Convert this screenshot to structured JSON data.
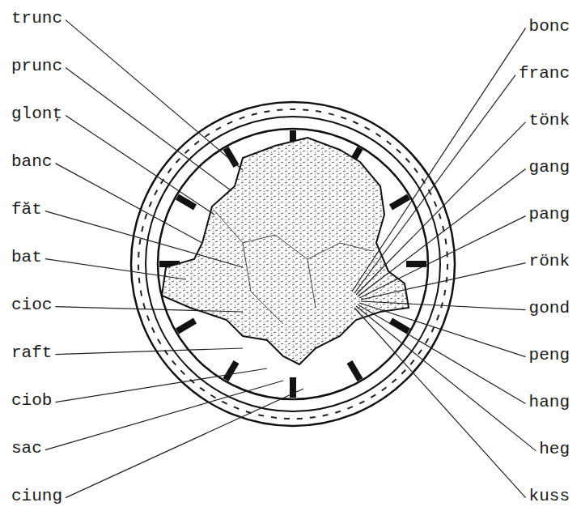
{
  "diagram": {
    "labels": [
      "trunc",
      "prunc",
      "glonţ",
      "banc",
      "făt",
      "bat",
      "cioc",
      "raft",
      "ciob",
      "sac",
      "ciung",
      "bonc",
      "franc",
      "tönk",
      "gang",
      "pang",
      "rönk",
      "gond",
      "peng",
      "hang",
      "heg",
      "kuss"
    ]
  }
}
